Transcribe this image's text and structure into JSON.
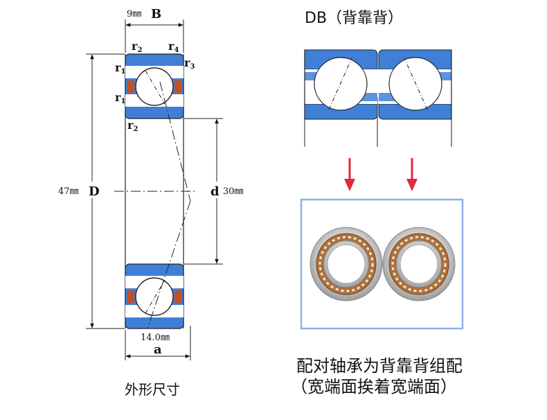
{
  "left": {
    "B_value": "9㎜",
    "B_symbol": "B",
    "D_value": "47㎜",
    "D_symbol": "D",
    "d_symbol": "d",
    "d_value": "30㎜",
    "a_value": "14.0㎜",
    "a_symbol": "a",
    "r1": "r",
    "r1_sub": "1",
    "r2": "r",
    "r2_sub": "2",
    "r3": "r",
    "r3_sub": "3",
    "r4": "r",
    "r4_sub": "4",
    "caption": "外形尺寸"
  },
  "right": {
    "title": "DB（背靠背）",
    "desc_line1": "配对轴承为背靠背组配",
    "desc_line2": "（宽端面挨着宽端面）"
  },
  "colors": {
    "ring_blue": "#3f7fd8",
    "arrow_red": "#e02a3a",
    "photo_border": "#8fb0e6",
    "cage_brown": "#b0703a"
  }
}
